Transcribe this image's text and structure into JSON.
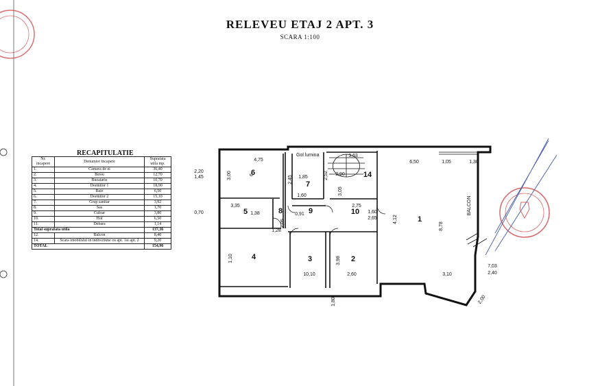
{
  "title": "RELEVEU ETAJ 2 APT. 3",
  "scale": "SCARA 1:100",
  "recap": {
    "title": "RECAPITULATIE",
    "headers": {
      "nr": "Nr. incapere",
      "name": "Denumire incapere",
      "area": "Suprafata utila mp."
    },
    "rows": [
      {
        "nr": "1.",
        "name": "Camera de zi",
        "area": "36,40"
      },
      {
        "nr": "2.",
        "name": "Birou",
        "area": "12,70"
      },
      {
        "nr": "3.",
        "name": "Bucatarie",
        "area": "10,70"
      },
      {
        "nr": "4.",
        "name": "Dormitor 1",
        "area": "18,90"
      },
      {
        "nr": "5.",
        "name": "Baie",
        "area": "6,50"
      },
      {
        "nr": "6.",
        "name": "Dormitor 2",
        "area": "15,10"
      },
      {
        "nr": "7.",
        "name": "Grup sanitar",
        "area": "3,92"
      },
      {
        "nr": "8.",
        "name": "Sas",
        "area": "1,70"
      },
      {
        "nr": "9.",
        "name": "Culoar",
        "area": "3,80"
      },
      {
        "nr": "10.",
        "name": "Hol",
        "area": "6,50"
      },
      {
        "nr": "11.",
        "name": "Debara",
        "area": "1,14"
      }
    ],
    "total_useful": {
      "label": "Total suprafata utila",
      "area": "137,36"
    },
    "extra_rows": [
      {
        "nr": "12.",
        "name": "Balcon",
        "area": "8,40"
      },
      {
        "nr": "14.",
        "name": "Scara imobilului in indiviziune cu apt. 1si apt. 2",
        "area": "9,20"
      }
    ],
    "total": {
      "label": "TOTAL",
      "area": "154,96"
    }
  },
  "plan": {
    "room_numbers": [
      "1",
      "2",
      "3",
      "4",
      "5",
      "6",
      "7",
      "8",
      "9",
      "10",
      "14"
    ],
    "balcony_label": "BALCON",
    "shaft_label": "Gol lumina",
    "dimensions": [
      "4,75",
      "3,00",
      "2,20",
      "1,45",
      "6",
      "3,63",
      "6,50",
      "1,05",
      "1,30",
      "2,45",
      "1,85",
      "1,60",
      "0,91",
      "2,90",
      "2,52",
      "3,05",
      "2,75",
      "1,60",
      "2,65",
      "3,35",
      "1,38",
      "0,70",
      "1,10",
      "3,98",
      "4,12",
      "8,78",
      "10,10",
      "2,60",
      "3,10",
      "7,03",
      "2,40",
      "2,00",
      "1,80",
      "2,05",
      "1,28"
    ]
  },
  "colors": {
    "ink": "#111111",
    "stamp": "#d04040"
  }
}
